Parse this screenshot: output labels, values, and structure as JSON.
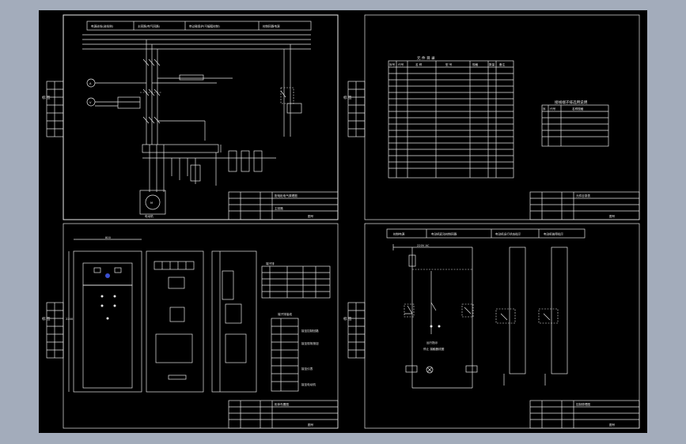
{
  "sheets": {
    "main_circuit": {
      "label_sidebar": "标 签",
      "header_cells": [
        "电源进线(进线侧)",
        "主回路(电气回路)",
        "带过载保护(可编程控制)",
        "控制回路电源"
      ],
      "motor_label": "电动机",
      "title_block": [
        "配电柜电气原理图",
        "主回路",
        "图号"
      ]
    },
    "parts_list": {
      "label_sidebar": "标 签",
      "table_title": "元 件 目 录",
      "table_headers": [
        "序号",
        "代号",
        "名 称",
        "型 号",
        "规格",
        "数量",
        "备注"
      ],
      "side_table_title": "接线端子排选用说明",
      "side_table_headers": [
        "序",
        "代号",
        "名称规格"
      ],
      "title_block": [
        "元件目录表",
        "图号"
      ]
    },
    "layout": {
      "label_sidebar": "标 签",
      "width_dim": "800",
      "height_dim": "2200",
      "table_title": "端子排",
      "terminal_title": "端子排接线",
      "terminal_labels": [
        "接至控制回路",
        "接至现场按钮",
        "接至仪表",
        "接至电动机"
      ],
      "title_block": [
        "柜体布置图",
        "图号"
      ]
    },
    "control": {
      "label_sidebar": "标 签",
      "header_cells": [
        "控制电源",
        "电动机起动控制回路",
        "电动机运行状态指示",
        "电动机故障指示"
      ],
      "supply_label": "220V AC",
      "note_1": "运行指示",
      "note_2": "停止 接触器线圈",
      "title_block": [
        "控制原理图",
        "图号"
      ]
    }
  }
}
